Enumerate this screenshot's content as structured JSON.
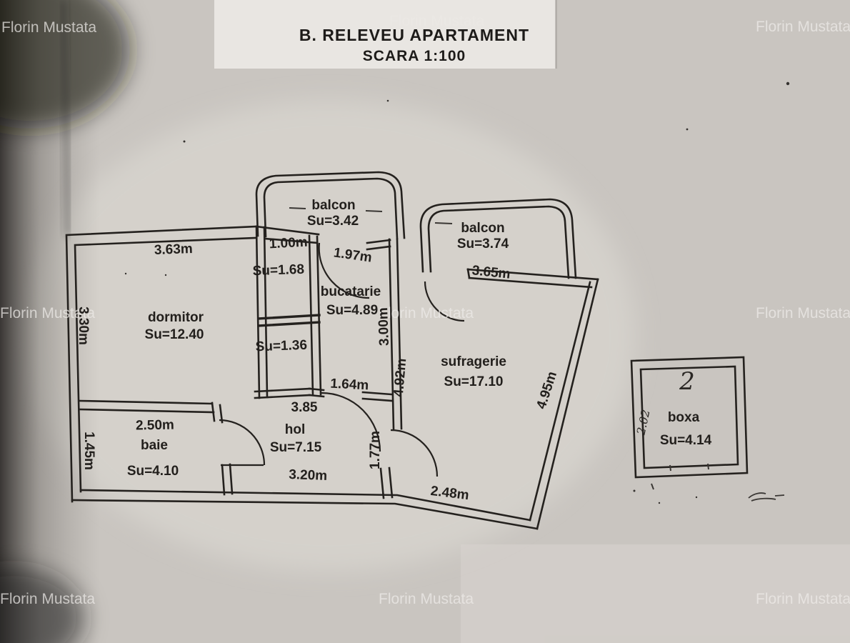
{
  "watermark": {
    "text": "Florin Mustata"
  },
  "title": {
    "line1": "B. RELEVEU APARTAMENT",
    "line2": "SCARA 1:100"
  },
  "rooms": {
    "balcon_left": {
      "name": "balcon",
      "area": "Su=3.42"
    },
    "balcon_right": {
      "name": "balcon",
      "area": "Su=3.74"
    },
    "dormitor": {
      "name": "dormitor",
      "area": "Su=12.40"
    },
    "bucatarie": {
      "name": "bucatarie",
      "area": "Su=4.89"
    },
    "sufragerie": {
      "name": "sufragerie",
      "area": "Su=17.10"
    },
    "hol": {
      "name": "hol",
      "area": "Su=7.15"
    },
    "baie": {
      "name": "baie",
      "area": "Su=4.10"
    },
    "closet_upper": {
      "area": "Su=1.68"
    },
    "closet_lower": {
      "area": "Su=1.36"
    },
    "boxa": {
      "name": "boxa",
      "area": "Su=4.14",
      "handwritten_number": "2",
      "handwritten_width": "2.02"
    }
  },
  "dimensions": {
    "dormitor_top": "3.63m",
    "dormitor_left": "3.30m",
    "closet_top": "1.00m",
    "bucatarie_door": "1.97m",
    "sufragerie_top": "3.65m",
    "bucatarie_right": "3.00m",
    "sufragerie_left": "4.92m",
    "sufragerie_right": "4.95m",
    "bucatarie_bottom": "1.64m",
    "hol_top": "3.85",
    "baie_top": "2.50m",
    "baie_left": "1.45m",
    "hol_bottom": "3.20m",
    "hol_right": "1.77m",
    "sufragerie_bottom": "2.48m"
  },
  "colors": {
    "ink": "#24211e",
    "paper": "#c9c5c0",
    "paper_light": "#e9e6e2",
    "watermark_text": "#eeece9",
    "scan_shadow": "#2e2b29"
  }
}
